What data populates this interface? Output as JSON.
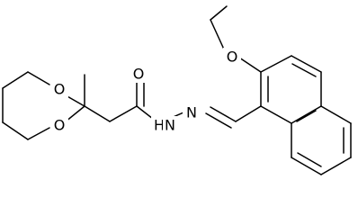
{
  "labels": {
    "ethoxy_oxygen": "O",
    "carbonyl_oxygen": "O",
    "ring_oxygen_top": "O",
    "ring_oxygen_bottom": "O",
    "hydrazide_nh": "H",
    "hydrazide_n1": "N",
    "hydrazide_n2": "N"
  }
}
